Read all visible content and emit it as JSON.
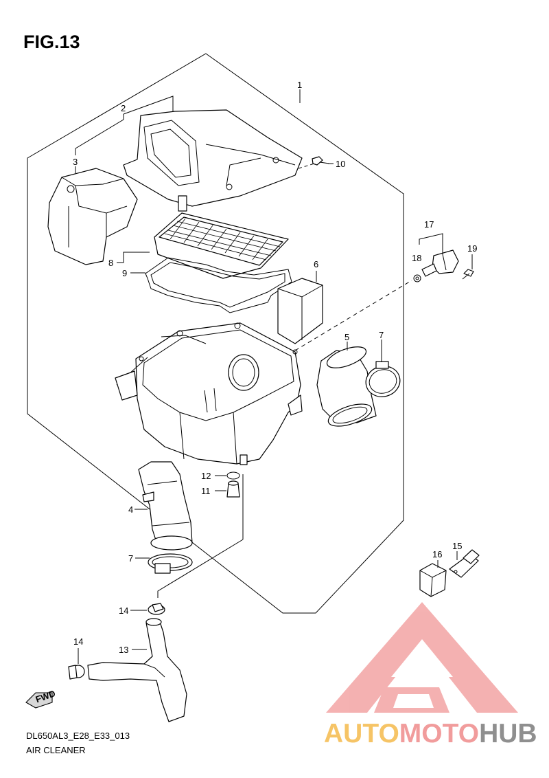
{
  "figure": {
    "title": "FIG.13",
    "code": "DL650AL3_E28_E33_013",
    "name": "AIR CLEANER"
  },
  "callouts": {
    "c1": "1",
    "c2": "2",
    "c3": "3",
    "c4": "4",
    "c5": "5",
    "c6": "6",
    "c7a": "7",
    "c7b": "7",
    "c8": "8",
    "c9": "9",
    "c10": "10",
    "c11": "11",
    "c12": "12",
    "c13": "13",
    "c14a": "14",
    "c14b": "14",
    "c15": "15",
    "c16": "16",
    "c17": "17",
    "c18": "18",
    "c19": "19"
  },
  "direction_tag": "FWD",
  "watermark": {
    "part_a": "AUTO",
    "part_b": "MOTO",
    "part_c": "HUB",
    "colors": {
      "auto": "#f6c466",
      "moto": "#f19c9c",
      "hub": "#8f8f8f",
      "logo": "#f19c9c"
    }
  }
}
